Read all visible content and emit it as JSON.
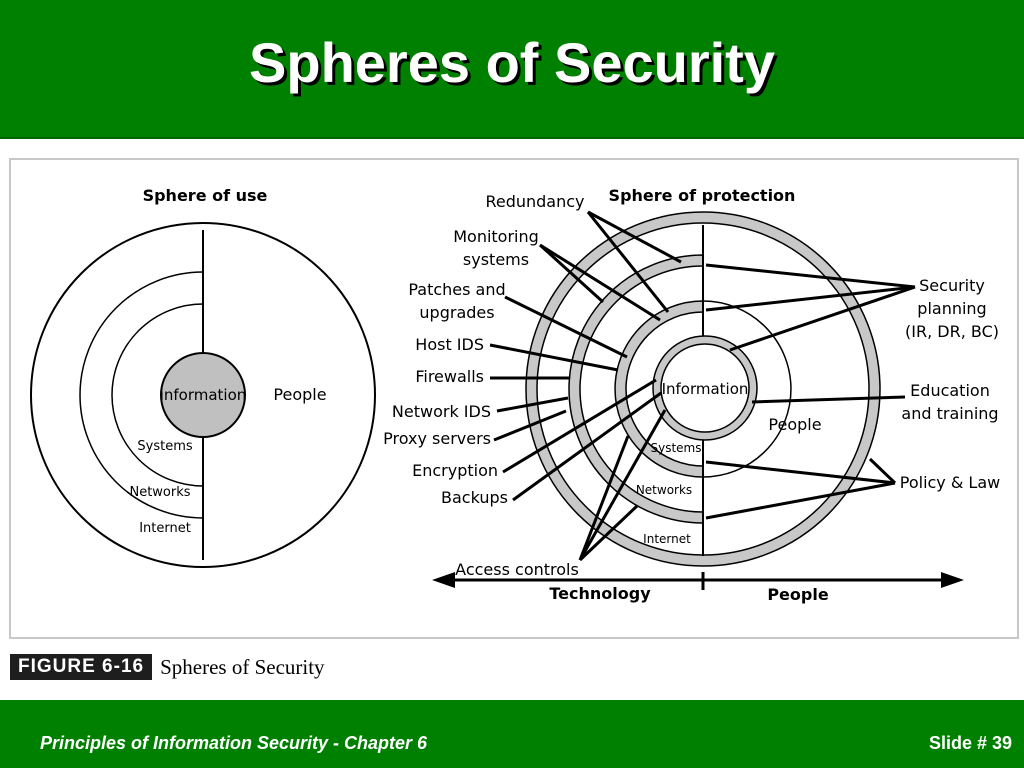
{
  "title": "Spheres of Security",
  "figure": {
    "number": "FIGURE 6-16",
    "caption": "Spheres of Security"
  },
  "sphere_of_use": {
    "heading": "Sphere of use",
    "center": "information",
    "people": "People",
    "rings": [
      "Systems",
      "Networks",
      "Internet"
    ]
  },
  "sphere_of_protection": {
    "heading": "Sphere of protection",
    "center": "Information",
    "people": "People",
    "rings": [
      "Systems",
      "Networks",
      "Internet"
    ],
    "left_labels": {
      "redundancy": "Redundancy",
      "monitoring_1": "Monitoring",
      "monitoring_2": "systems",
      "patches_1": "Patches and",
      "patches_2": "upgrades",
      "host_ids": "Host IDS",
      "firewalls": "Firewalls",
      "network_ids": "Network IDS",
      "proxy": "Proxy servers",
      "encryption": "Encryption",
      "backups": "Backups",
      "access": "Access controls"
    },
    "right_labels": {
      "security_1": "Security",
      "security_2": "planning",
      "security_3": "(IR, DR, BC)",
      "education_1": "Education",
      "education_2": "and training",
      "policy": "Policy & Law"
    },
    "axis": {
      "left": "Technology",
      "right": "People"
    }
  },
  "footer": {
    "left": "Principles of Information Security - Chapter 6",
    "right": "Slide # 39"
  },
  "colors": {
    "header_green": "#008000",
    "ring_gray": "#c8c8c8",
    "center_gray": "#c0c0c0"
  }
}
